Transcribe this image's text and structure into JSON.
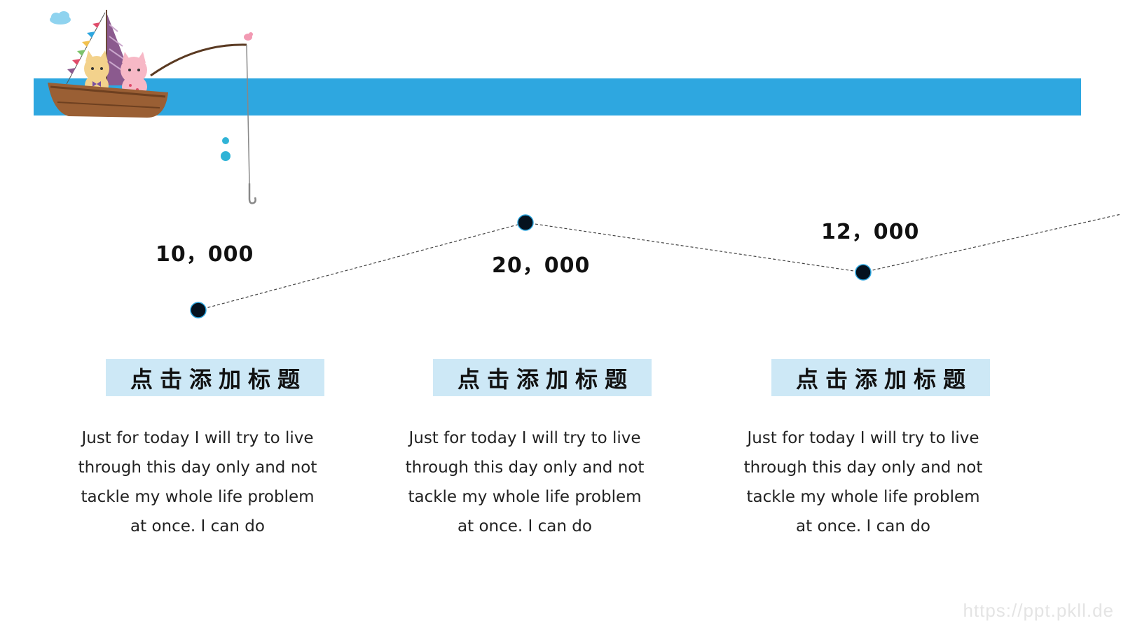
{
  "points": [
    {
      "value_label": "10，000",
      "title": "点击添加标题",
      "body": [
        "Just for today I will try to live",
        "through this day only and not",
        "tackle my whole life problem",
        "at once. I can do"
      ]
    },
    {
      "value_label": "20，000",
      "title": "点击添加标题",
      "body": [
        "Just for today I will try to live",
        "through this day only and not",
        "tackle my whole life problem",
        "at once. I can do"
      ]
    },
    {
      "value_label": "12，000",
      "title": "点击添加标题",
      "body": [
        "Just for today I will try to live",
        "through this day only and not",
        "tackle my whole life problem",
        "at once. I can do"
      ]
    }
  ],
  "watermark": "https://ppt.pkll.de",
  "colors": {
    "band": "#2ea7e0",
    "title_bg": "#cde8f6",
    "dot": "#05121f",
    "text": "#222222"
  }
}
